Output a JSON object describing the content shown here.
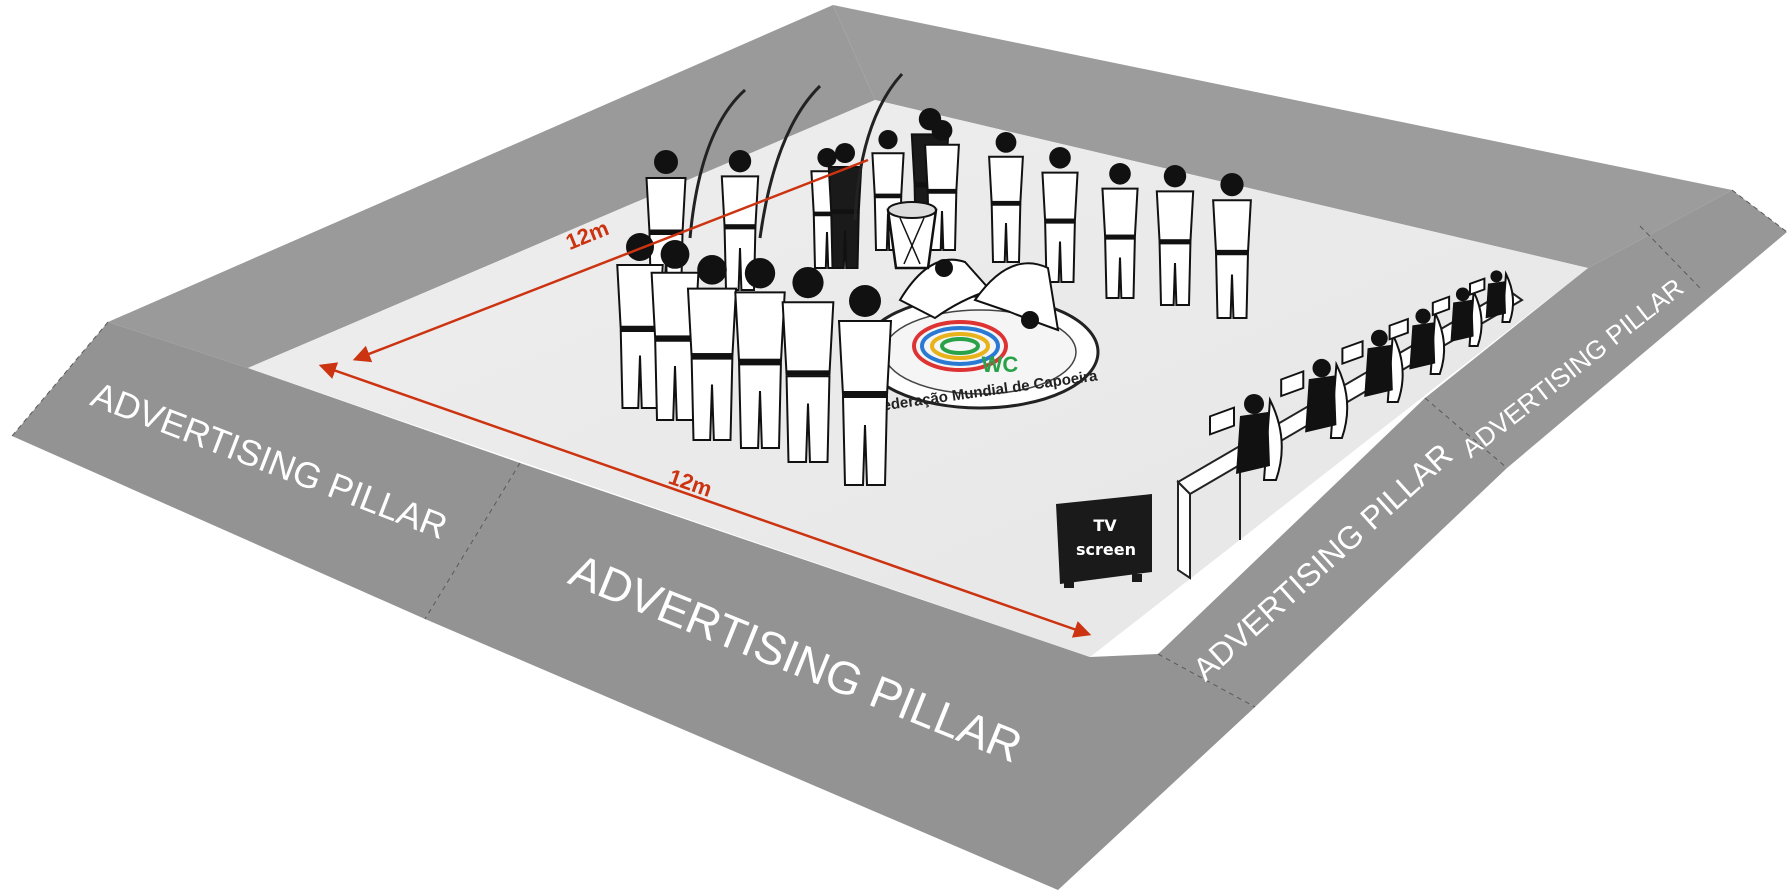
{
  "pillars": {
    "front_left": "ADVERTISING PILLAR",
    "front_center": "ADVERTISING  PILLAR",
    "right_lower": "ADVERTISING PILLAR",
    "right_upper": "ADVERTISING PILLAR"
  },
  "dimensions": {
    "side": "12m",
    "front": "12m"
  },
  "tv": {
    "line1": "TV",
    "line2": "screen"
  },
  "logo": {
    "text": "Federação Mundial de Capoeira",
    "letters": "WC"
  },
  "colors": {
    "pillar": "#969696",
    "pillar_side": "#8a8a8a",
    "floor": "#ececec",
    "dimension": "#cc3311",
    "tv": "#1a1a1a"
  }
}
